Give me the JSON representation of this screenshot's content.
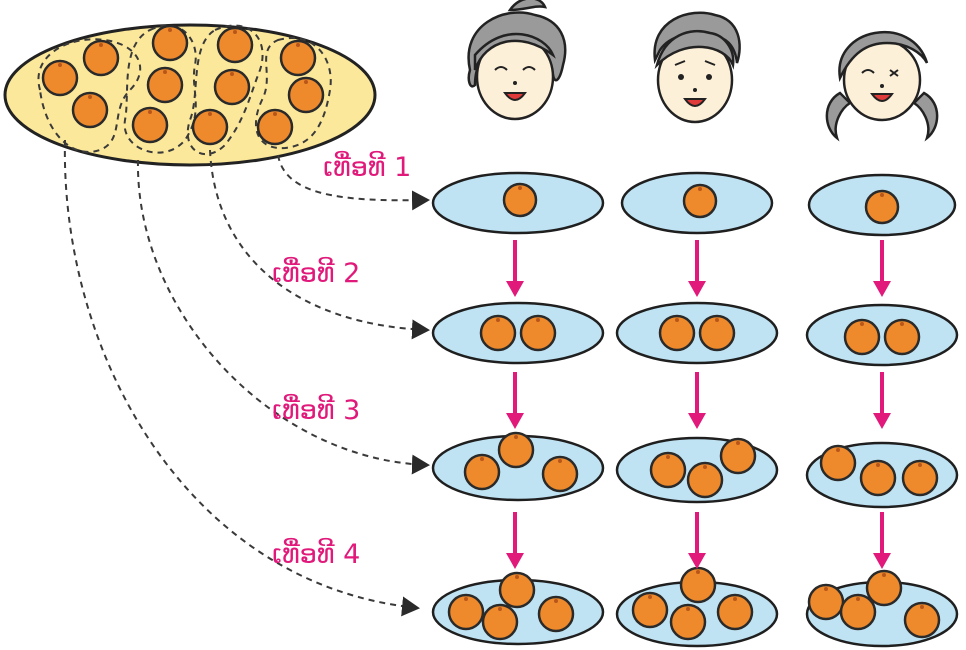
{
  "diagram": {
    "rounds": [
      {
        "label": "ເທື່ອທີ 1",
        "oranges_per_child": 1
      },
      {
        "label": "ເທື່ອທີ 2",
        "oranges_per_child": 2
      },
      {
        "label": "ເທື່ອທີ 3",
        "oranges_per_child": 3
      },
      {
        "label": "ເທື່ອທີ 4",
        "oranges_per_child": 4
      }
    ],
    "children": [
      "girl-ponytail",
      "boy",
      "girl-pigtails"
    ],
    "source_plate_oranges": 12,
    "colors": {
      "accent": "#e0197a",
      "orange": "#ee8a2c",
      "plate_blue": "#bfe3f3",
      "source_plate": "#fbe89a"
    }
  }
}
